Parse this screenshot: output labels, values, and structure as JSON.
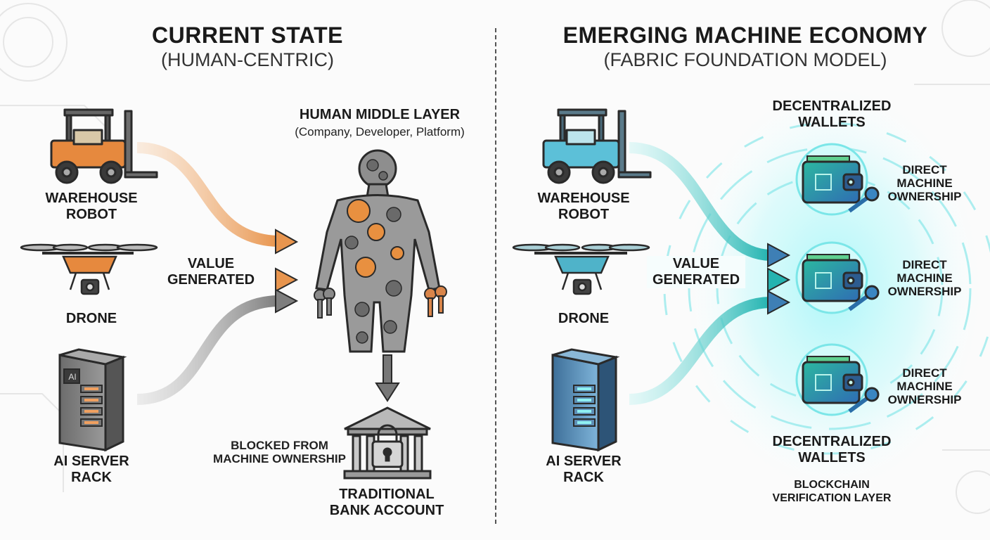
{
  "left_panel": {
    "title": "CURRENT STATE",
    "subtitle": "(HUMAN-CENTRIC)",
    "sources": [
      {
        "label": "WAREHOUSE ROBOT",
        "line1": "WAREHOUSE",
        "line2": "ROBOT"
      },
      {
        "label": "DRONE"
      },
      {
        "label": "AI SERVER RACK",
        "line1": "AI SERVER",
        "line2": "RACK"
      }
    ],
    "value_label": {
      "line1": "VALUE",
      "line2": "GENERATED"
    },
    "middle_layer": {
      "title": "HUMAN MIDDLE LAYER",
      "subtitle": "(Company, Developer, Platform)"
    },
    "blocked_note": {
      "line1": "BLOCKED FROM",
      "line2": "MACHINE OWNERSHIP"
    },
    "bank": {
      "line1": "TRADITIONAL",
      "line2": "BANK ACCOUNT"
    },
    "rack_badge": "AI"
  },
  "right_panel": {
    "title": "EMERGING MACHINE ECONOMY",
    "subtitle": "(FABRIC FOUNDATION MODEL)",
    "sources": [
      {
        "line1": "WAREHOUSE",
        "line2": "ROBOT"
      },
      {
        "label": "DRONE"
      },
      {
        "line1": "AI SERVER",
        "line2": "RACK"
      }
    ],
    "value_label": {
      "line1": "VALUE",
      "line2": "GENERATED"
    },
    "wallets_top": {
      "line1": "DECENTRALIZED",
      "line2": "WALLETS"
    },
    "wallets_bottom": {
      "line1": "DECENTRALIZED",
      "line2": "WALLETS"
    },
    "ownership": [
      {
        "line1": "DIRECT",
        "line2": "MACHINE",
        "line3": "OWNERSHIP"
      },
      {
        "line1": "DIRECT",
        "line2": "MACHINE",
        "line3": "OWNERSHIP"
      },
      {
        "line1": "DIRECT",
        "line2": "MACHINE",
        "line3": "OWNERSHIP"
      }
    ],
    "blockchain": {
      "line1": "BLOCKCHAIN",
      "line2": "VERIFICATION LAYER"
    }
  },
  "colors": {
    "left_accent": "#e8954e",
    "left_gray": "#8a8a8a",
    "right_accent": "#3ccfcf",
    "right_teal": "#2ea7a5",
    "right_blue": "#4a86b8",
    "glow": "#8ef3f6",
    "ink": "#1a1a1a"
  }
}
